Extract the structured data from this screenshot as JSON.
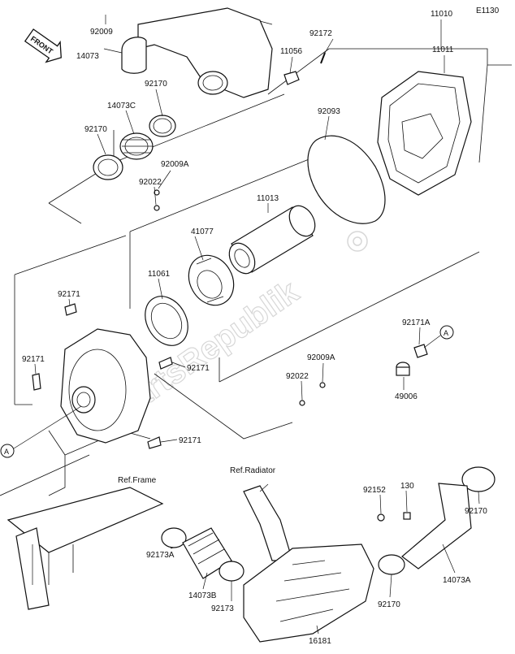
{
  "diagram_code": "E1130",
  "front_badge": "FRONT",
  "watermark": "PartsRepublik",
  "references": {
    "frame": "Ref.Frame",
    "radiator": "Ref.Radiator"
  },
  "callout_marker": "A",
  "part_labels": {
    "p92009_top": "92009",
    "p14073": "14073",
    "p92172": "92172",
    "p11056": "11056",
    "p11010": "11010",
    "p11011": "11011",
    "p92170_a": "92170",
    "p14073c": "14073C",
    "p92170_b": "92170",
    "p92093": "92093",
    "p92009a_top": "92009A",
    "p92022_top": "92022",
    "p11013": "11013",
    "p41077": "41077",
    "p11061": "11061",
    "p92171_a": "92171",
    "p92171_b": "92171",
    "p92171_c": "92171",
    "p92171_d": "92171",
    "p92171a": "92171A",
    "p49006": "49006",
    "p92009a_mid": "92009A",
    "p92022_mid": "92022",
    "p92152": "92152",
    "p130": "130",
    "p92170_c": "92170",
    "p14073a": "14073A",
    "p92170_d": "92170",
    "p92173a": "92173A",
    "p14073b": "14073B",
    "p92173": "92173",
    "p16181": "16181"
  }
}
